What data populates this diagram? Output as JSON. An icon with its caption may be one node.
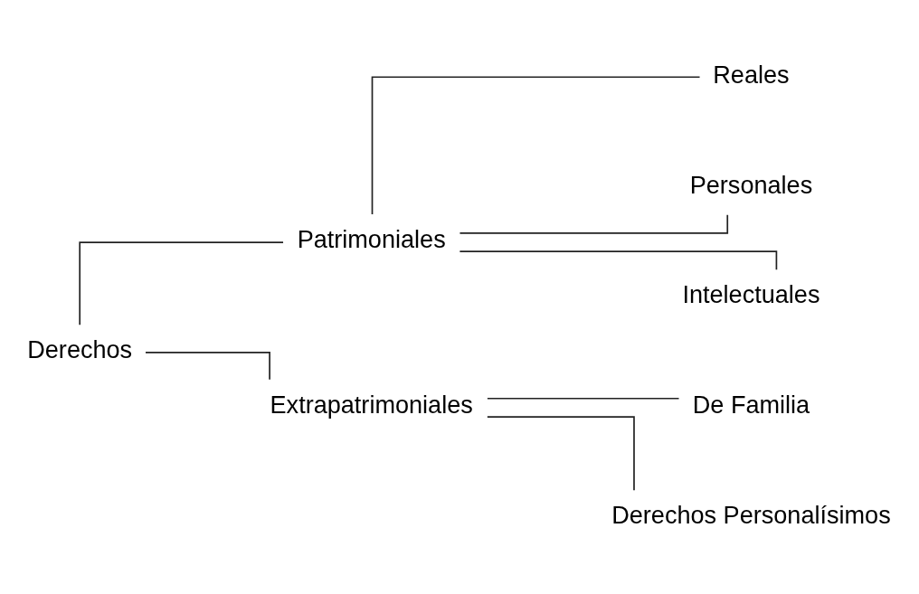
{
  "diagram": {
    "nodes": [
      {
        "text": [
          "Derechos"
        ]
      },
      {
        "text": [
          "Patrimoniales"
        ]
      },
      {
        "text": [
          "Reales"
        ]
      },
      {
        "text": [
          "Personales"
        ]
      },
      {
        "text": [
          "Intelectuales"
        ]
      },
      {
        "text": [
          "Extrapatrimoniales"
        ]
      },
      {
        "text": [
          "De Familia"
        ]
      },
      {
        "text": [
          "Derechos Personalísimos"
        ]
      }
    ],
    "edges": [
      {
        "from": 0,
        "to": 1,
        "arrow": "none"
      },
      {
        "from": 0,
        "to": 5,
        "arrow": "none"
      },
      {
        "from": 1,
        "to": 2,
        "arrow": "none"
      },
      {
        "from": 1,
        "to": 3,
        "arrow": "none"
      },
      {
        "from": 1,
        "to": 4,
        "arrow": "none"
      },
      {
        "from": 5,
        "to": 6,
        "arrow": "none"
      },
      {
        "from": 5,
        "to": 7,
        "arrow": "none"
      }
    ]
  }
}
